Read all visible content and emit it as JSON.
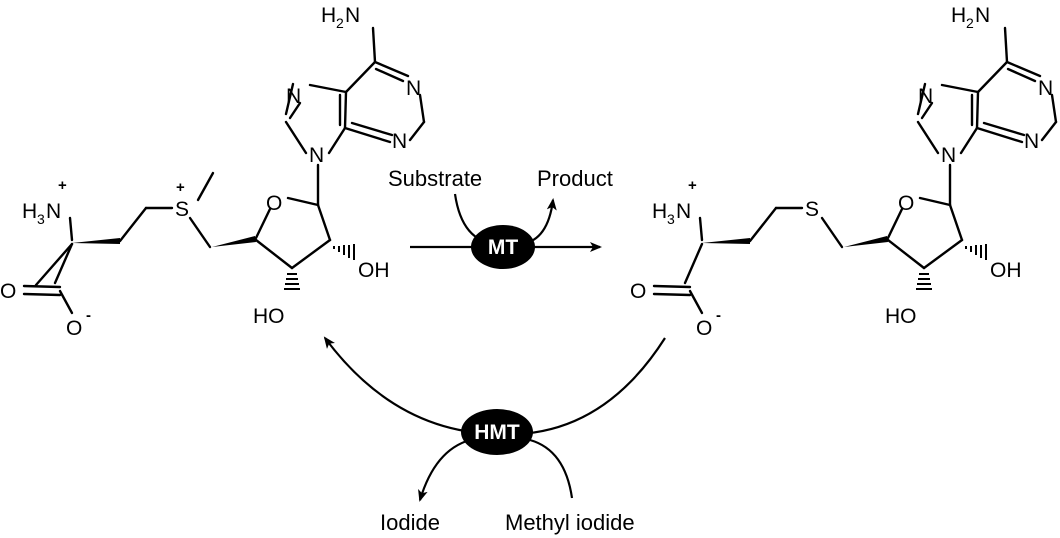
{
  "molecules": {
    "sam": {
      "amine": "H",
      "amine_sub": "3",
      "amine_n": "N",
      "amine_charge": "+",
      "carbonyl_o": "O",
      "oxide_o": "O",
      "oxide_charge": "-",
      "sulfur": "S",
      "sulfur_charge": "+",
      "ring_o": "O",
      "hydroxyl_2": "OH",
      "hydroxyl_3": "HO",
      "purine_n9": "N",
      "purine_n7": "N",
      "purine_n1": "N",
      "purine_n3": "N",
      "amino_h": "H",
      "amino_sub": "2",
      "amino_n": "N"
    },
    "sah": {
      "amine": "H",
      "amine_sub": "3",
      "amine_n": "N",
      "amine_charge": "+",
      "carbonyl_o": "O",
      "oxide_o": "O",
      "oxide_charge": "-",
      "sulfur": "S",
      "ring_o": "O",
      "hydroxyl_2": "OH",
      "hydroxyl_3": "HO",
      "purine_n9": "N",
      "purine_n7": "N",
      "purine_n1": "N",
      "purine_n3": "N",
      "amino_h": "H",
      "amino_sub": "2",
      "amino_n": "N"
    }
  },
  "reaction_top": {
    "enzyme": "MT",
    "input": "Substrate",
    "output": "Product"
  },
  "reaction_bottom": {
    "enzyme": "HMT",
    "output": "Iodide",
    "input": "Methyl iodide"
  }
}
